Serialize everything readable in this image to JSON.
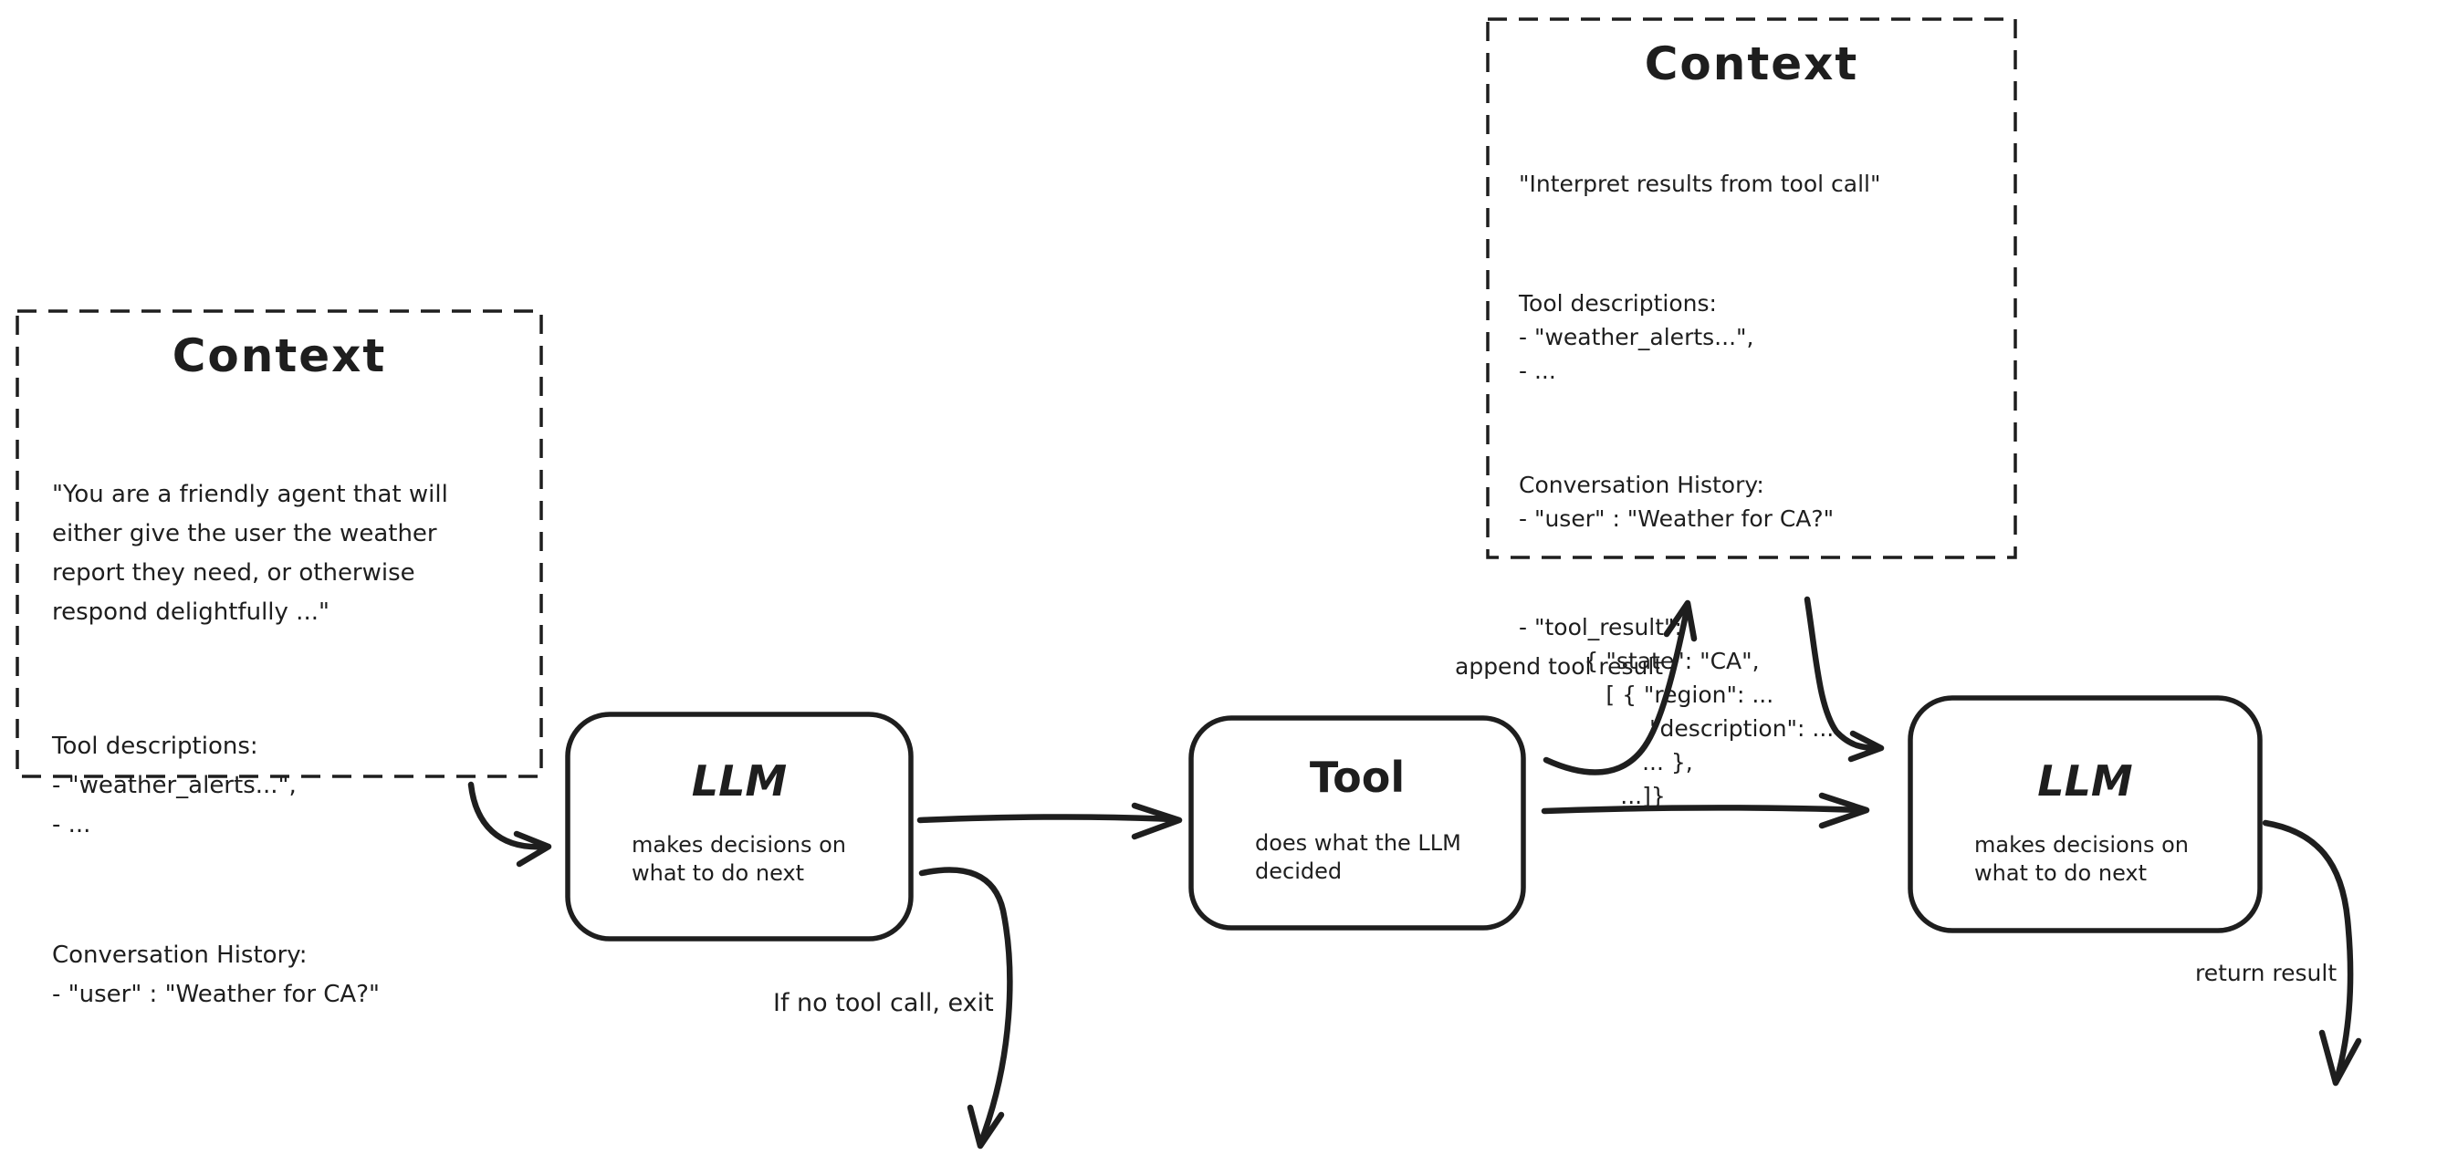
{
  "palette": {
    "background": "#ffffff",
    "ink": "#1e1e1e"
  },
  "nodes": {
    "context_left": {
      "title": "Context",
      "p1": [
        "\"You are a friendly agent that will",
        "either give the user the weather",
        "report they need, or otherwise",
        "respond delightfully ...\""
      ],
      "p2": [
        "Tool descriptions:",
        "- \"weather_alerts...\",",
        "- ..."
      ],
      "p3": [
        "Conversation History:",
        "- \"user\" : \"Weather for CA?\""
      ]
    },
    "context_top": {
      "title": "Context",
      "p1": [
        "\"Interpret results from tool call\""
      ],
      "p2": [
        "Tool descriptions:",
        "- \"weather_alerts...\",",
        "- ..."
      ],
      "p3": [
        "Conversation History:",
        "- \"user\" : \"Weather for CA?\""
      ],
      "p4": [
        "- \"tool_result\":",
        "         { \"state\": \"CA\",",
        "            [ { \"region\": ...",
        "                  \"description\": ...",
        "                 ... },",
        "              ...]}"
      ]
    },
    "llm_1": {
      "title": "LLM",
      "subtitle": [
        "makes decisions on",
        "what to do next"
      ]
    },
    "tool": {
      "title": "Tool",
      "subtitle": [
        "does what the LLM",
        "decided"
      ]
    },
    "llm_2": {
      "title": "LLM",
      "subtitle": [
        "makes decisions on",
        "what to do next"
      ]
    }
  },
  "edge_labels": {
    "append_tool_result": "append tool result",
    "if_no_tool_call_exit": "If no tool call, exit",
    "return_result": "return result"
  }
}
